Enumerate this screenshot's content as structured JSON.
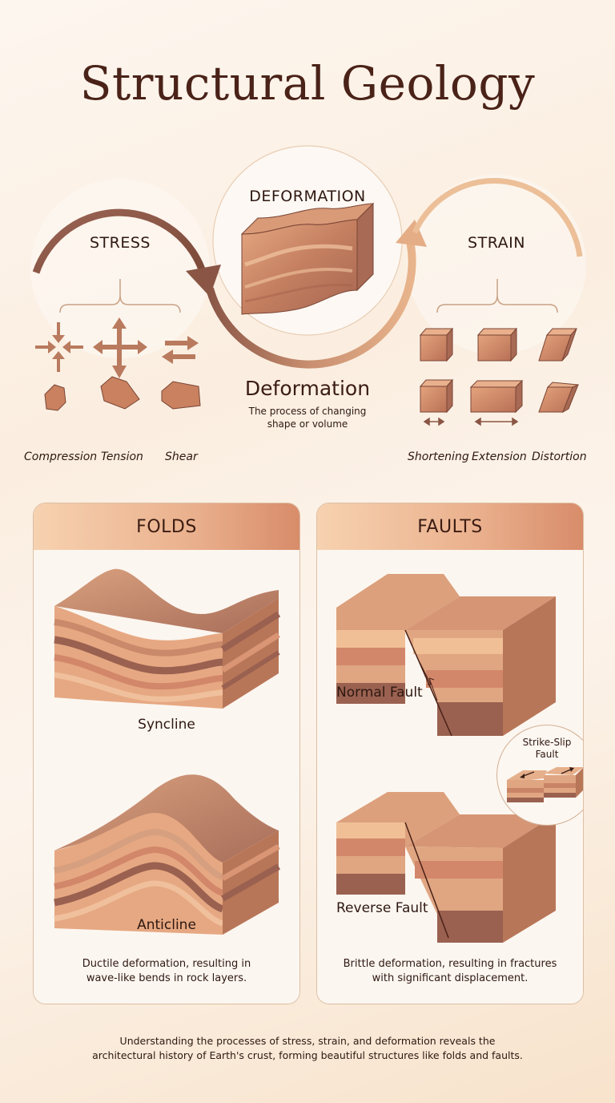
{
  "title": "Structural Geology",
  "cycle": {
    "stress": {
      "label": "STRESS",
      "types": [
        {
          "label": "Compression",
          "icon": "compression-arrows-icon"
        },
        {
          "label": "Tension",
          "icon": "tension-arrows-icon"
        },
        {
          "label": "Shear",
          "icon": "shear-arrows-icon"
        }
      ]
    },
    "deformation": {
      "label": "DEFORMATION",
      "heading": "Deformation",
      "description_line1": "The process of changing",
      "description_line2": "shape or volume"
    },
    "strain": {
      "label": "STRAIN",
      "types": [
        {
          "label": "Shortening",
          "icon": "shortening-cube-icon"
        },
        {
          "label": "Extension",
          "icon": "extension-block-icon"
        },
        {
          "label": "Distortion",
          "icon": "distortion-rhombus-icon"
        }
      ]
    }
  },
  "folds": {
    "header": "FOLDS",
    "items": [
      {
        "label": "Syncline"
      },
      {
        "label": "Anticline"
      }
    ],
    "description_line1": "Ductile deformation, resulting in",
    "description_line2": "wave-like bends in rock layers."
  },
  "faults": {
    "header": "FAULTS",
    "items": [
      {
        "label": "Normal Fault"
      },
      {
        "label": "Reverse Fault"
      }
    ],
    "inset": {
      "line1": "Strike-Slip",
      "line2": "Fault"
    },
    "description_line1": "Brittle deformation, resulting in fractures",
    "description_line2": "with significant displacement."
  },
  "footer": {
    "line1": "Understanding the processes of stress, strain, and deformation reveals the",
    "line2": "architectural history of Earth's crust, forming beautiful structures like folds and faults."
  },
  "colors": {
    "title": "#4a2218",
    "arrow_dark": "#8a5544",
    "arrow_light": "#e8b48c",
    "rock_light": "#f0bf96",
    "rock_mid": "#d99574",
    "rock_dark": "#9a6150"
  }
}
